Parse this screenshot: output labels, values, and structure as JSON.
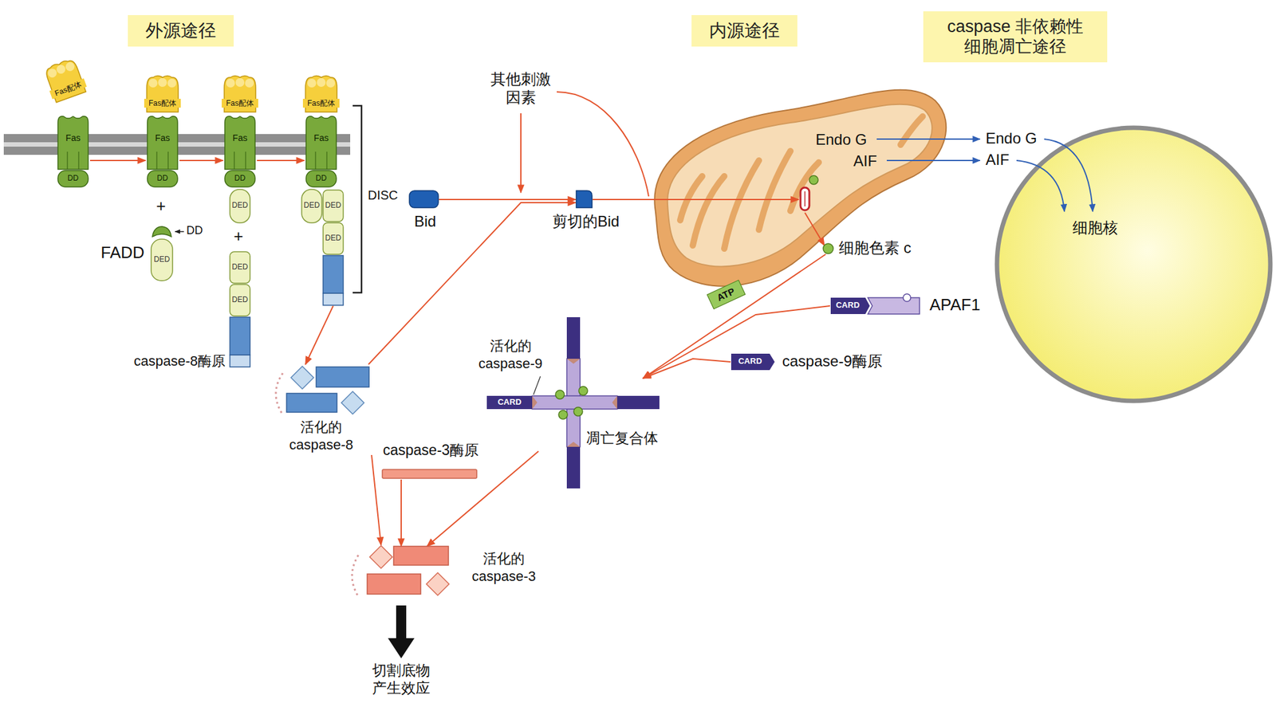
{
  "diagram": {
    "nodes": [
      {
        "text": [
          "外源途径"
        ]
      },
      {
        "text": [
          "内源途径"
        ]
      },
      {
        "text": [
          "caspase 非依赖性 细胞凋亡途径"
        ]
      },
      {
        "text": [
          "Fas配体"
        ]
      },
      {
        "text": [
          "Fas",
          "DD"
        ]
      },
      {
        "text": [
          "Fas配体"
        ]
      },
      {
        "text": [
          "Fas",
          "DD"
        ]
      },
      {
        "text": [
          "Fas配体"
        ]
      },
      {
        "text": [
          "Fas",
          "DD"
        ]
      },
      {
        "text": [
          "Fas配体"
        ]
      },
      {
        "text": [
          "Fas",
          "DD"
        ]
      },
      {
        "text": [
          "FADD",
          "DED"
        ]
      },
      {
        "text": [
          "DED"
        ]
      },
      {
        "text": [
          "caspase-8酶原",
          "DED",
          "DED"
        ]
      },
      {
        "text": [
          "DED"
        ]
      },
      {
        "text": [
          "DED",
          "DED"
        ]
      },
      {
        "text": [
          "Bid"
        ]
      },
      {
        "text": [
          "剪切的Bid"
        ]
      },
      {
        "text": [
          "Endo G",
          "AIF"
        ]
      },
      {
        "text": [
          "细胞核"
        ]
      },
      {
        "text": [
          "细胞色素 c"
        ]
      },
      {
        "text": [
          "ATP"
        ]
      },
      {
        "text": [
          "CARD",
          "APAF1"
        ]
      },
      {
        "text": [
          "CARD",
          "caspase-9酶原"
        ]
      },
      {
        "text": [
          "活化的 caspase-9",
          "CARD",
          "凋亡复合体"
        ]
      },
      {
        "text": [
          "活化的 caspase-8"
        ]
      },
      {
        "text": [
          "caspase-3酶原"
        ]
      },
      {
        "text": [
          "活化的 caspase-3"
        ]
      }
    ],
    "edges": [
      {
        "from": 4,
        "to": 6,
        "arrow": "to"
      },
      {
        "from": 6,
        "to": 8,
        "arrow": "to"
      },
      {
        "from": 8,
        "to": 10,
        "arrow": "to"
      },
      {
        "from": 15,
        "to": 25,
        "arrow": "to"
      },
      {
        "from": 16,
        "to": 17,
        "arrow": "to"
      },
      {
        "from": 25,
        "to": 17,
        "arrow": "to"
      },
      {
        "from": 17,
        "to": 18,
        "arrow": "to"
      },
      {
        "from": 18,
        "to": 20,
        "arrow": "to"
      },
      {
        "from": 20,
        "to": 24,
        "arrow": "to"
      },
      {
        "from": 22,
        "to": 24,
        "arrow": "to"
      },
      {
        "from": 23,
        "to": 24,
        "arrow": "to"
      },
      {
        "from": 25,
        "to": 27,
        "arrow": "to"
      },
      {
        "from": 26,
        "to": 27,
        "arrow": "to"
      },
      {
        "from": 24,
        "to": 27,
        "arrow": "to"
      }
    ],
    "labels": [
      "+",
      "+",
      "DD",
      "DISC",
      "其他刺激因素",
      "Endo G",
      "AIF",
      "切割底物 产生效应"
    ]
  }
}
